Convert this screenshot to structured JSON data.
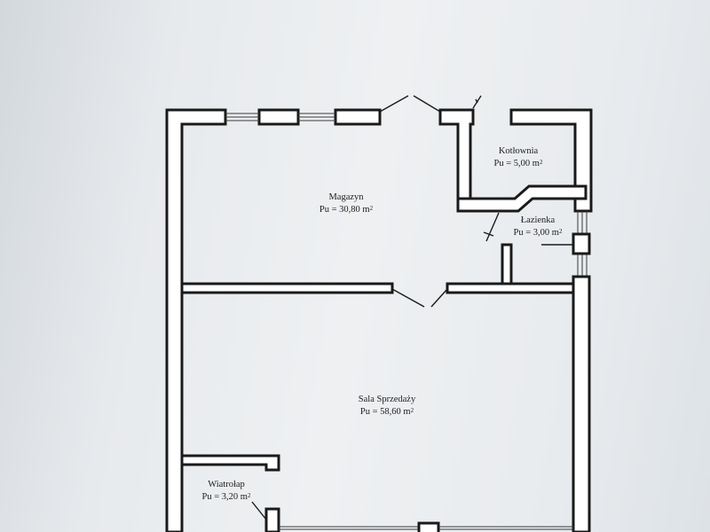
{
  "rooms": {
    "magazyn": {
      "name": "Magazyn",
      "area": "Pu = 30,80 m",
      "unit_sup": "2"
    },
    "kotlownia": {
      "name": "Kotłownia",
      "area": "Pu = 5,00 m",
      "unit_sup": "2"
    },
    "lazienka": {
      "name": "Łazienka",
      "area": "Pu = 3,00 m",
      "unit_sup": "2"
    },
    "sala": {
      "name": "Sala Sprzedaży",
      "area": "Pu = 58,60 m",
      "unit_sup": "2"
    },
    "wiatrolap": {
      "name": "Wiatrołap",
      "area": "Pu = 3,20 m",
      "unit_sup": "2"
    }
  },
  "colors": {
    "wall_fill": "#ffffff",
    "wall_stroke": "#1a1a1a",
    "paper": "#e8ebee"
  }
}
